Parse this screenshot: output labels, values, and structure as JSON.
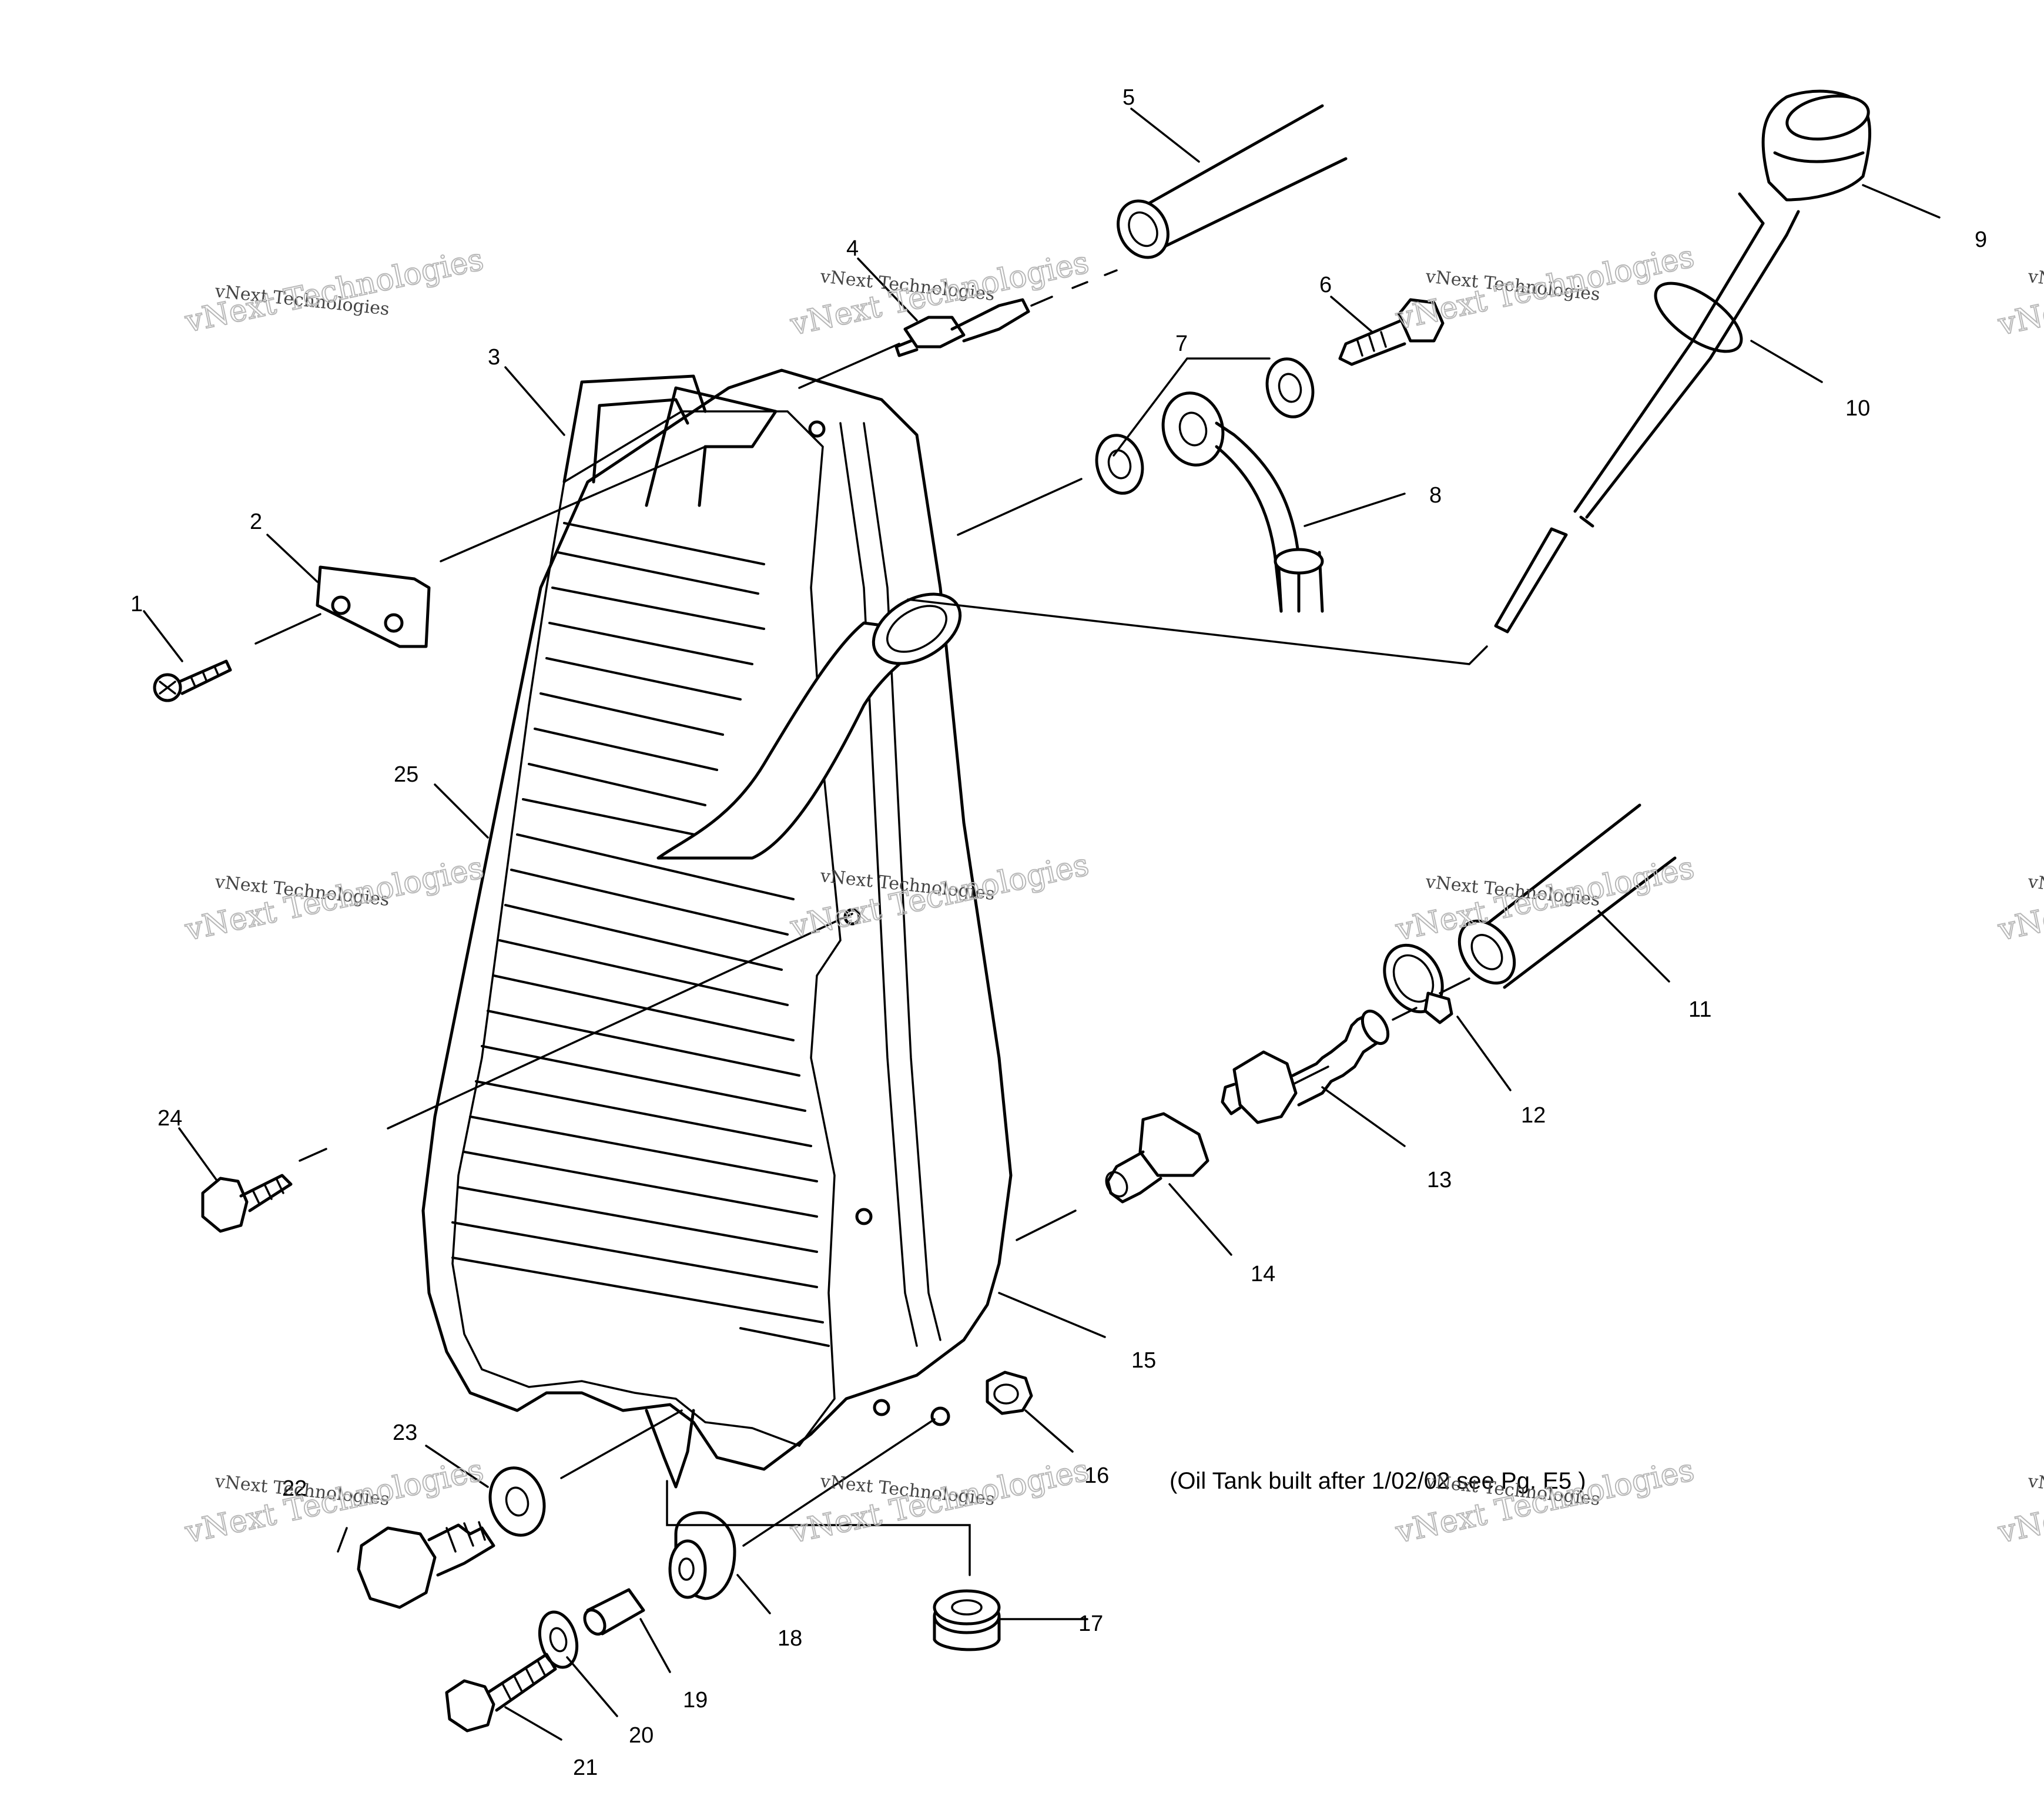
{
  "callouts": [
    "1",
    "2",
    "3",
    "4",
    "5",
    "6",
    "7",
    "8",
    "9",
    "10",
    "11",
    "12",
    "13",
    "14",
    "15",
    "16",
    "17",
    "18",
    "19",
    "20",
    "21",
    "22",
    "23",
    "24",
    "25"
  ],
  "note": "(Oil Tank built after 1/02/02 see Pg. E5 )",
  "watermark": {
    "line1": "vNext Technologies",
    "line2": "vNext Technologies"
  }
}
